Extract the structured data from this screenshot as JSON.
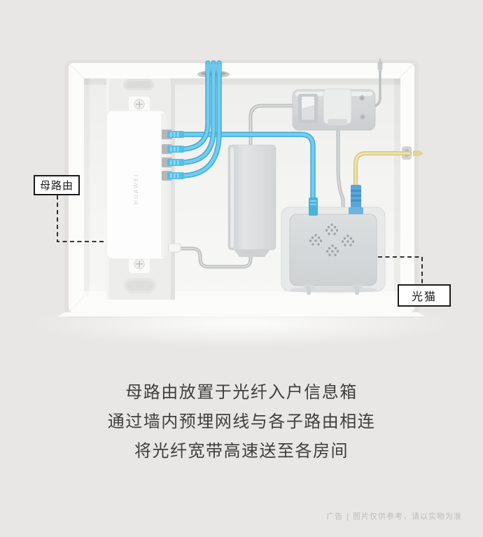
{
  "labels": {
    "mother_router": "母路由",
    "optical_modem": "光猫"
  },
  "device": {
    "router_brand": "HUAWEI"
  },
  "caption": {
    "line1": "母路由放置于光纤入户信息箱",
    "line2": "通过墙内预埋网线与各子路由相连",
    "line3": "将光纤宽带高速送至各房间"
  },
  "footer": {
    "disclaimer": "广告 | 图片仅供参考，请以实物为准"
  },
  "colors": {
    "background": "#e8e7e5",
    "cable_blue": "#5bc0e8",
    "cable_yellow": "#e9d88f",
    "cable_gray": "#c4c7c8",
    "device_gray": "#d6d8d9",
    "label_border": "#1a1a1a",
    "caption_text": "#3e3e3e",
    "footer_text": "#bcbcbc"
  }
}
